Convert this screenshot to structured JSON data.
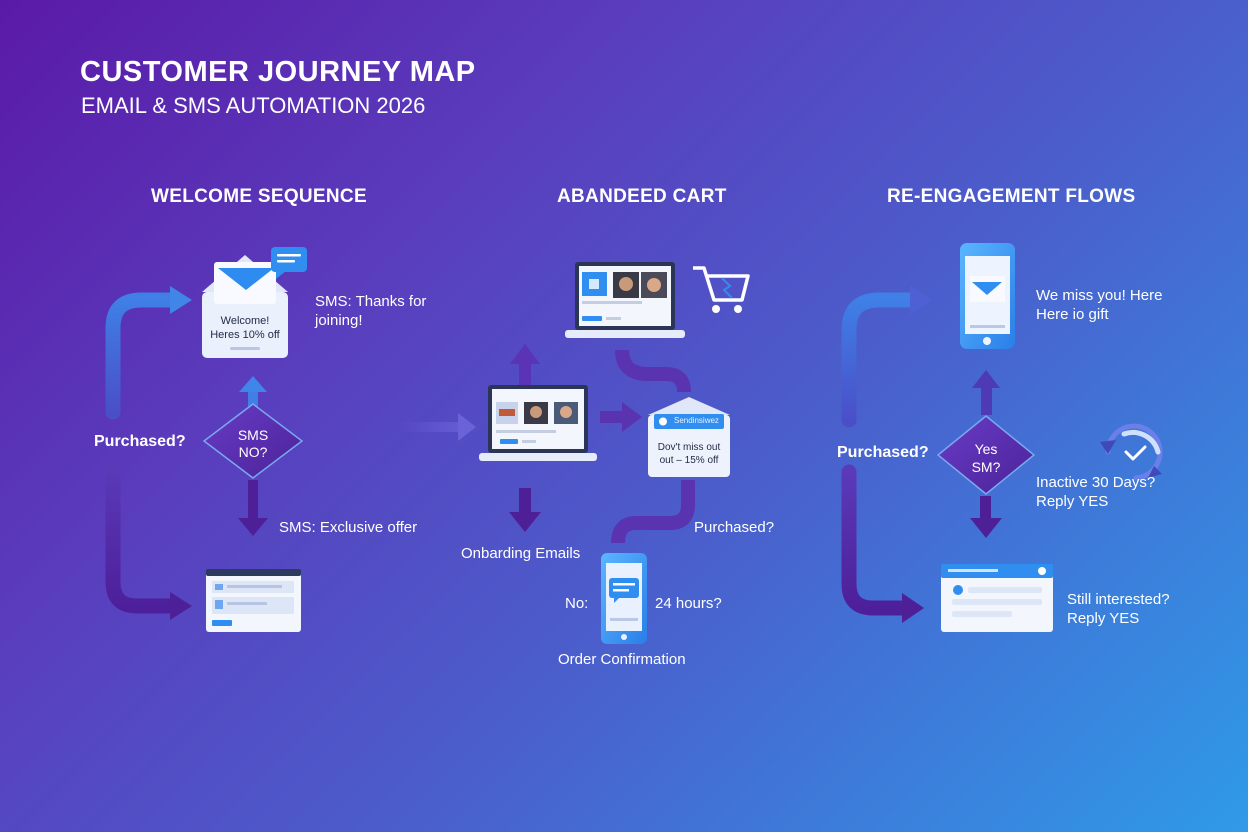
{
  "header": {
    "title": "CUSTOMER JOURNEY MAP",
    "subtitle": "EMAIL & SMS AUTOMATION 2026"
  },
  "columns": [
    {
      "title": "WELCOME SEQUENCE"
    },
    {
      "title": "ABANDEED CART"
    },
    {
      "title": "RE-ENGAGEMENT FLOWS"
    }
  ],
  "welcome": {
    "email_card": {
      "line1": "Welcome!",
      "line2": "Heres 10% off"
    },
    "sms_thanks": {
      "line1": "SMS: Thanks for",
      "line2": "joining!"
    },
    "decision_label": "Purchased?",
    "diamond": {
      "line1": "SMS",
      "line2": "NO?"
    },
    "sms_exclusive": "SMS: Exclusive offer"
  },
  "cart": {
    "email_card": {
      "header": "Sendinsiwez",
      "line1": "Dov't miss out",
      "line2": "out – 15% off"
    },
    "onboarding": "Onbarding Emails",
    "purchased": "Purchased?",
    "no_label": "No:",
    "hours": "24 hours?",
    "order_confirmation": "Order Confirmation"
  },
  "reengage": {
    "phone_msg": {
      "line1": "We miss you! Here",
      "line2": "Here io gift"
    },
    "decision_label": "Purchased?",
    "diamond": {
      "line1": "Yes",
      "line2": "SM?"
    },
    "inactive": {
      "line1": "Inactive 30 Days?",
      "line2": "Reply YES"
    },
    "still": {
      "line1": "Still interested?",
      "line2": "Reply YES"
    }
  },
  "colors": {
    "arrow_blue": "#3f6fe0",
    "arrow_purple": "#5b2aa6",
    "accent_blue": "#2f8ef0",
    "card_white": "#f3f6fd"
  }
}
